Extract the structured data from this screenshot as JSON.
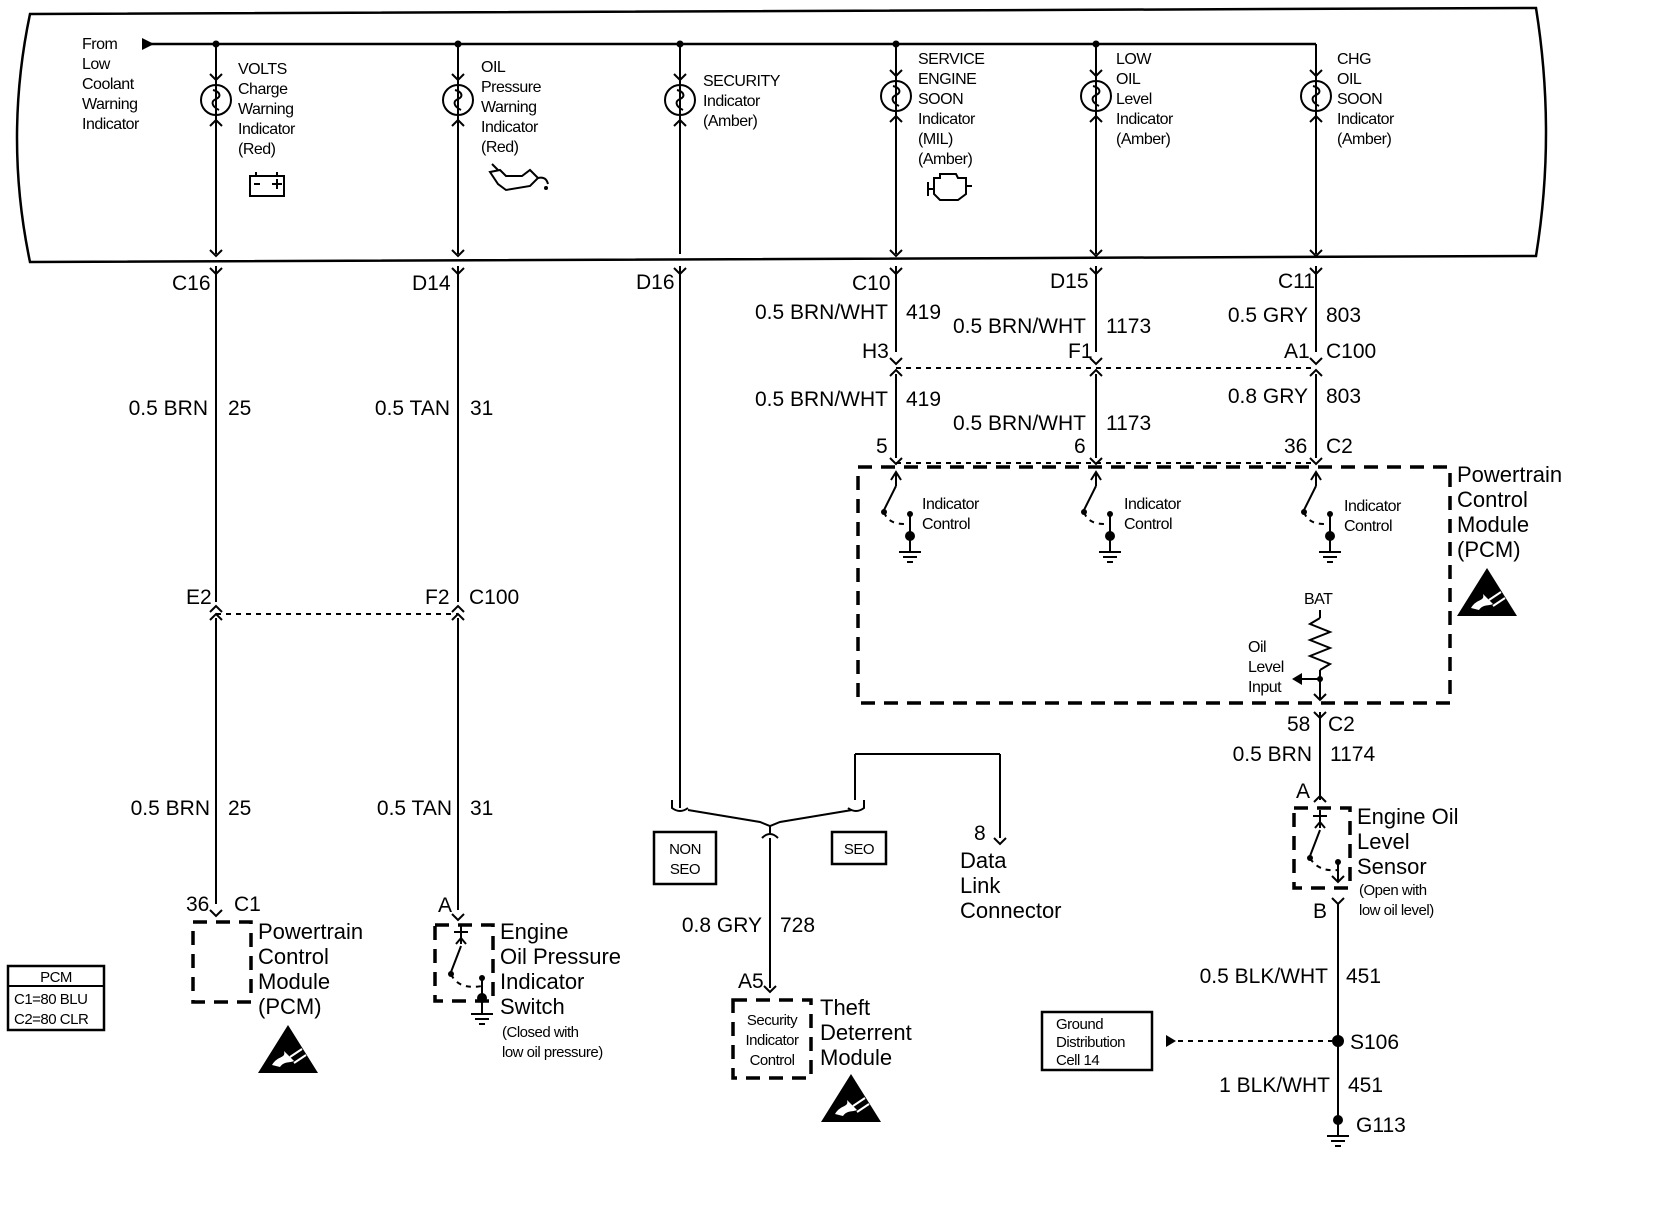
{
  "cluster": {
    "from_lines": [
      "From",
      "Low",
      "Coolant",
      "Warning",
      "Indicator"
    ],
    "volts": [
      "VOLTS",
      "Charge",
      "Warning",
      "Indicator",
      "(Red)"
    ],
    "oil": [
      "OIL",
      "Pressure",
      "Warning",
      "Indicator",
      "(Red)"
    ],
    "security": [
      "SECURITY",
      "Indicator",
      "(Amber)"
    ],
    "ses": [
      "SERVICE",
      "ENGINE",
      "SOON",
      "Indicator",
      "(MIL)",
      "(Amber)"
    ],
    "low_oil": [
      "LOW",
      "OIL",
      "Level",
      "Indicator",
      "(Amber)"
    ],
    "chg_oil": [
      "CHG",
      "OIL",
      "SOON",
      "Indicator",
      "(Amber)"
    ]
  },
  "pins": {
    "c16": "C16",
    "d14": "D14",
    "d16": "D16",
    "c10": "C10",
    "d15": "D15",
    "c11": "C11",
    "h3": "H3",
    "f1": "F1",
    "a1": "A1",
    "c100_right": "C100",
    "e2": "E2",
    "f2": "F2",
    "c100_left": "C100",
    "p5": "5",
    "p6": "6",
    "p36": "36",
    "c2_top": "C2",
    "p58": "58",
    "c2_bot": "C2",
    "a_sensor": "A",
    "b_sensor": "B",
    "p36_c1": "36",
    "c1": "C1",
    "a_switch": "A",
    "a5": "A5",
    "p8": "8",
    "s106": "S106",
    "g113": "G113"
  },
  "wires": {
    "w25a_gauge": "0.5 BRN",
    "w25a_num": "25",
    "w25b_gauge": "0.5 BRN",
    "w25b_num": "25",
    "w31a_gauge": "0.5 TAN",
    "w31a_num": "31",
    "w31b_gauge": "0.5 TAN",
    "w31b_num": "31",
    "w419a_gauge": "0.5 BRN/WHT",
    "w419a_num": "419",
    "w419b_gauge": "0.5 BRN/WHT",
    "w419b_num": "419",
    "w1173a_gauge": "0.5 BRN/WHT",
    "w1173a_num": "1173",
    "w1173b_gauge": "0.5 BRN/WHT",
    "w1173b_num": "1173",
    "w803a_gauge": "0.5 GRY",
    "w803a_num": "803",
    "w803b_gauge": "0.8 GRY",
    "w803b_num": "803",
    "w1174_gauge": "0.5 BRN",
    "w1174_num": "1174",
    "w728_gauge": "0.8 GRY",
    "w728_num": "728",
    "w451a_gauge": "0.5 BLK/WHT",
    "w451a_num": "451",
    "w451b_gauge": "1 BLK/WHT",
    "w451b_num": "451"
  },
  "pcm_right": {
    "label": [
      "Powertrain",
      "Control",
      "Module",
      "(PCM)"
    ],
    "indicator_control": [
      "Indicator",
      "Control"
    ],
    "bat": "BAT",
    "oil_level_input": [
      "Oil",
      "Level",
      "Input"
    ]
  },
  "pcm_left": {
    "label": [
      "Powertrain",
      "Control",
      "Module",
      "(PCM)"
    ]
  },
  "oil_switch": {
    "label": [
      "Engine",
      "Oil Pressure",
      "Indicator",
      "Switch"
    ],
    "note": [
      "(Closed with",
      "low oil pressure)"
    ]
  },
  "oil_sensor": {
    "label": [
      "Engine Oil",
      "Level",
      "Sensor"
    ],
    "note": [
      "(Open with",
      "low oil level)"
    ]
  },
  "theft": {
    "box": [
      "Security",
      "Indicator",
      "Control"
    ],
    "label": [
      "Theft",
      "Deterrent",
      "Module"
    ]
  },
  "options": {
    "non_seo": [
      "NON",
      "SEO"
    ],
    "seo": "SEO"
  },
  "dlc": [
    "Data",
    "Link",
    "Connector"
  ],
  "ground_cell": [
    "Ground",
    "Distribution",
    "Cell 14"
  ],
  "legend": {
    "title": "PCM",
    "c1": "C1=80 BLU",
    "c2": "C2=80 CLR"
  }
}
